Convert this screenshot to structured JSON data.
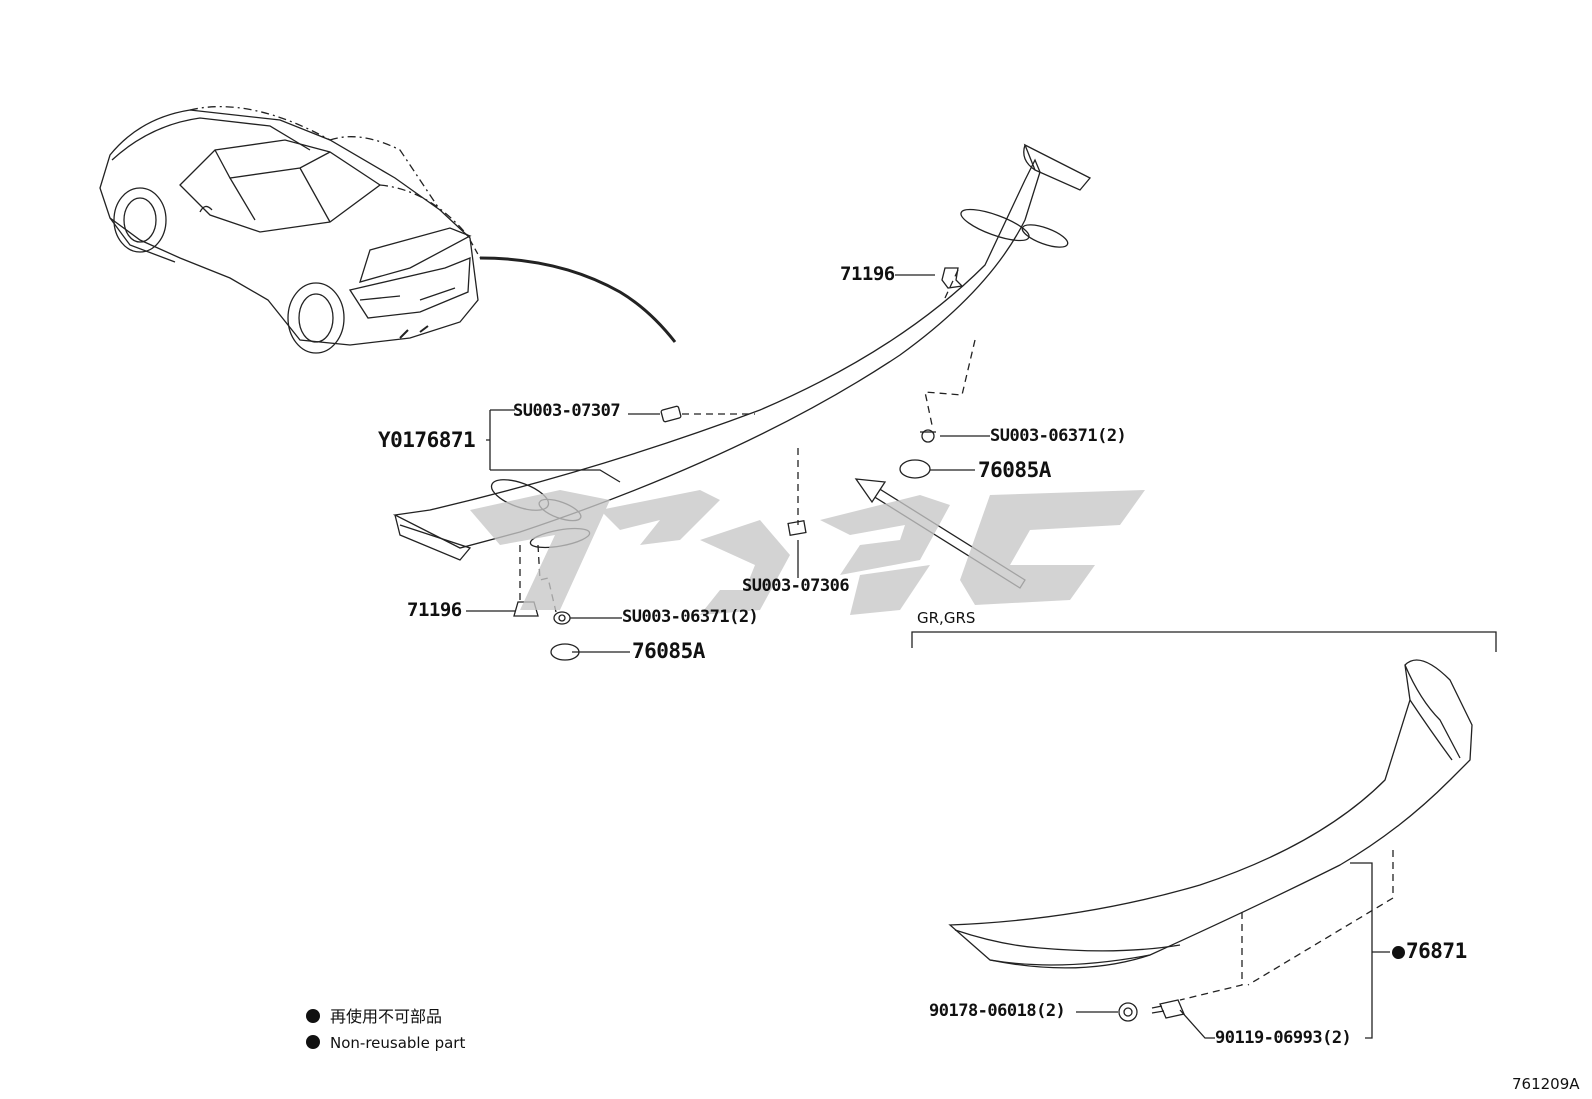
{
  "diagram_code": "761209A",
  "variant_label": "GR,GRS",
  "legend": {
    "jp": "再使用不可部品",
    "en": "Non-reusable part",
    "marker_color": "#111111"
  },
  "watermark_color": "#c7c7c7",
  "parts": {
    "clip_top": "71196",
    "clip_left": "71196",
    "spoiler_assy": "Y0176871",
    "nut_top": "SU003-07307",
    "nut_center": "SU003-07306",
    "grommet_right": "SU003-06371(2)",
    "grommet_left": "SU003-06371(2)",
    "pad_right": "76085A",
    "pad_left": "76085A",
    "gr_spoiler": "76871",
    "nut_gr": "90178-06018(2)",
    "bolt_gr": "90119-06993(2)"
  }
}
